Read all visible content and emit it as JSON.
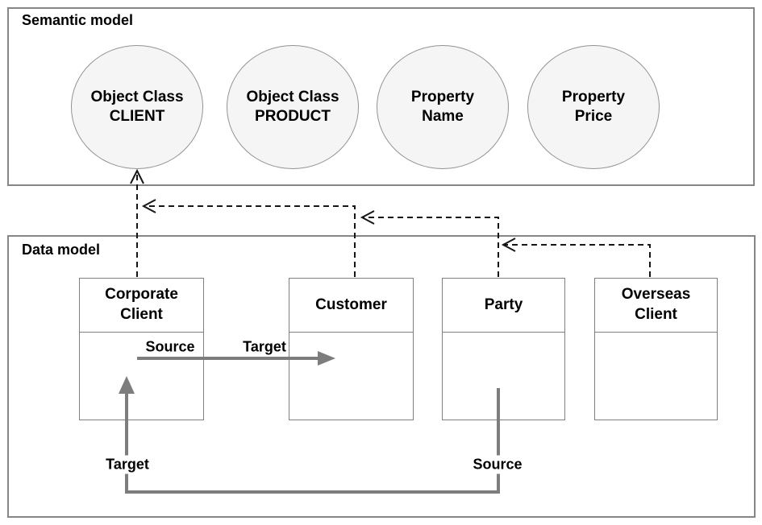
{
  "semantic": {
    "title": "Semantic model",
    "nodes": [
      {
        "label": "Object Class\nCLIENT"
      },
      {
        "label": "Object Class\nPRODUCT"
      },
      {
        "label": "Property\nName"
      },
      {
        "label": "Property\nPrice"
      }
    ]
  },
  "data_model": {
    "title": "Data model",
    "entities": [
      {
        "name": "Corporate\nClient"
      },
      {
        "name": "Customer"
      },
      {
        "name": "Party"
      },
      {
        "name": "Overseas\nClient"
      }
    ]
  },
  "labels": {
    "source_top": "Source",
    "target_top": "Target",
    "target_bottom": "Target",
    "source_bottom": "Source"
  },
  "colors": {
    "background": "#ffffff",
    "panel_border": "#868686",
    "node_fill": "#f5f5f5",
    "node_border": "#929292",
    "entity_border": "#7f7f7f",
    "dashed_arrow": "#161616",
    "solid_arrow": "#7d7d7d",
    "text": "#000000"
  }
}
